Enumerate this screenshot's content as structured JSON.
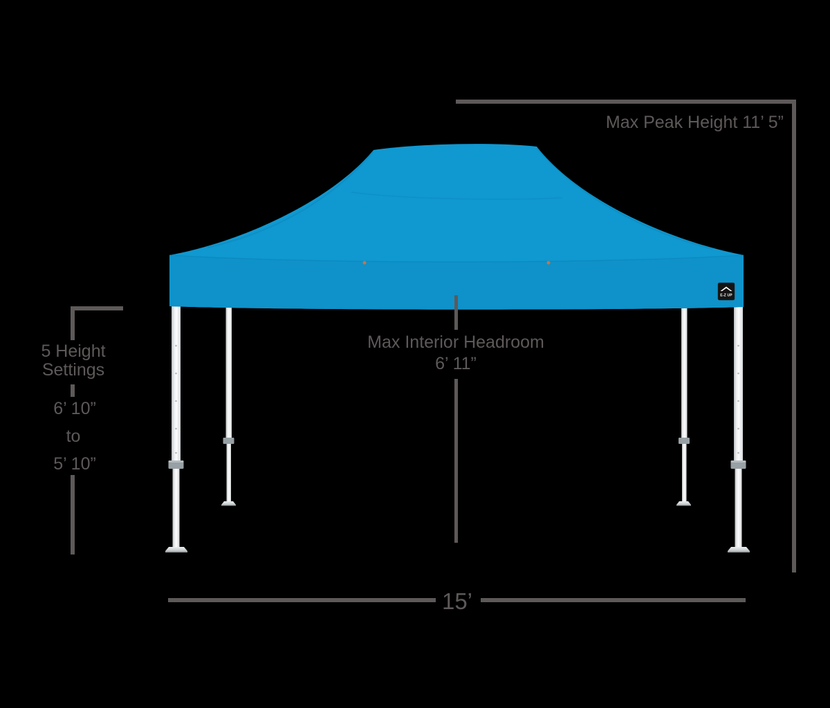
{
  "background_color": "#000000",
  "annotation": {
    "color": "#5e5959",
    "peak_height": {
      "label": "Max Peak Height 11’ 5”"
    },
    "height_settings": {
      "line1": "5 Height",
      "line2": "Settings",
      "max": "6’ 10”",
      "connector": "to",
      "min": "5’ 10”"
    },
    "interior_headroom": {
      "line1": "Max Interior Headroom",
      "line2": "6’ 11”"
    },
    "width": {
      "label": "15’"
    }
  },
  "tent": {
    "canopy_color": "#1098d0",
    "valance_color": "#0e92c9",
    "seam_color": "#0a7fb1",
    "frame_color": "#f2f3f4",
    "collar_color": "#97a0a4",
    "peg_dot_color": "#c5754b",
    "logo": {
      "text": "E-Z UP",
      "background": "#141414",
      "foreground": "#ffffff"
    }
  }
}
